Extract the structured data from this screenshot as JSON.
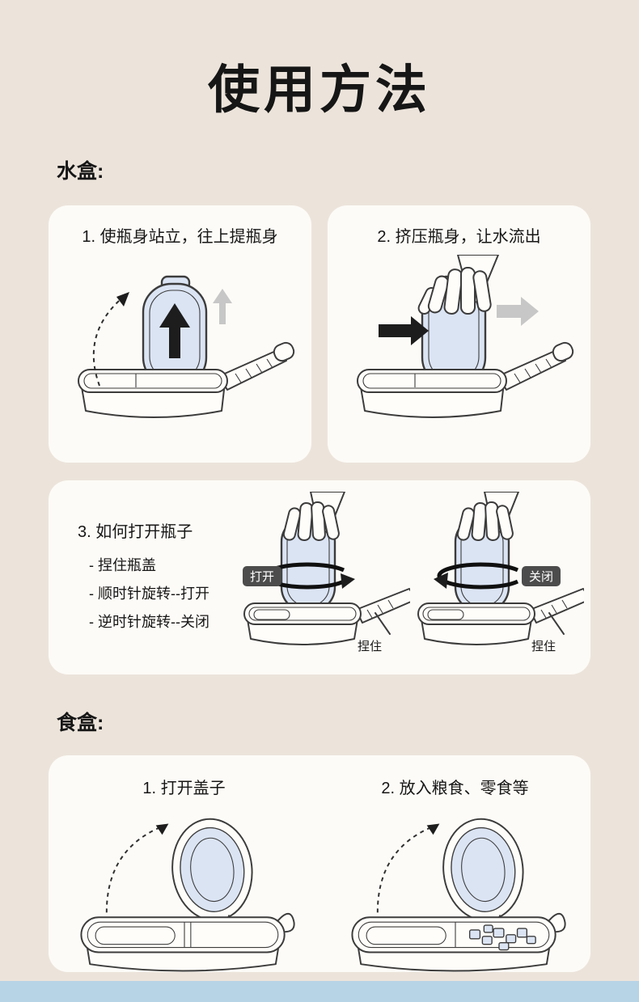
{
  "page": {
    "title": "使用方法",
    "background_color": "#ece4db",
    "card_color": "#fdfbf7",
    "bottle_fill_color": "#dbe4f3",
    "badge_color": "#4c4c4c",
    "accent_strip_color": "#b7d3e6"
  },
  "water_section": {
    "label": "水盒:",
    "step1": "1. 使瓶身站立，往上提瓶身",
    "step2": "2. 挤压瓶身，让水流出",
    "step3_title": "3. 如何打开瓶子",
    "step3_bullets": [
      "- 捏住瓶盖",
      "- 顺时针旋转--打开",
      "- 逆时针旋转--关闭"
    ],
    "open_badge": "打开",
    "close_badge": "关闭",
    "pinch_label_open": "捏住",
    "pinch_label_close": "捏住"
  },
  "food_section": {
    "label": "食盒:",
    "step1": "1. 打开盖子",
    "step2": "2. 放入粮食、零食等"
  }
}
